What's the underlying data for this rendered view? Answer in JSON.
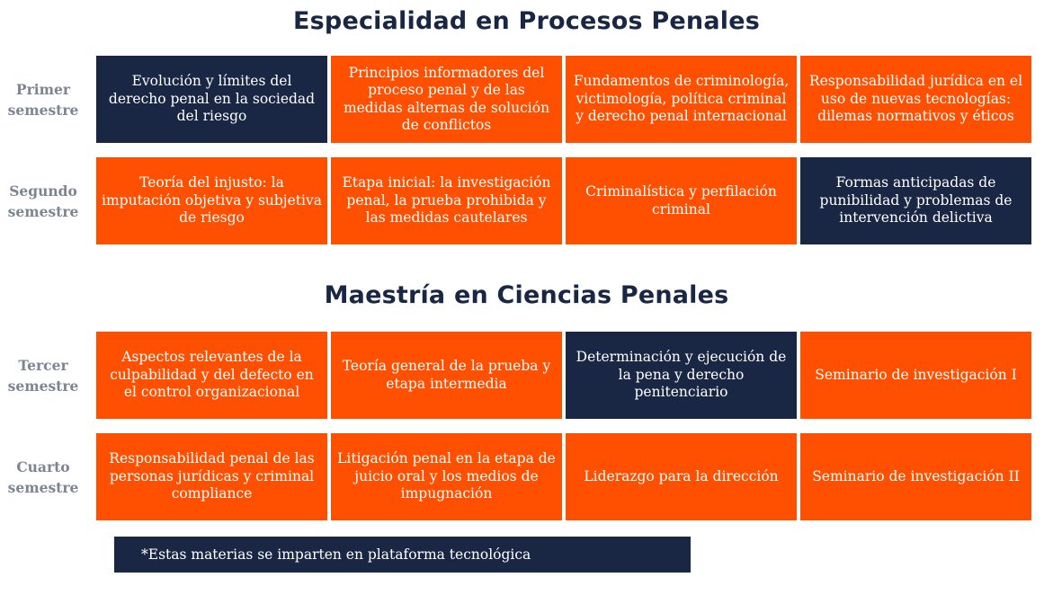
{
  "colors": {
    "orange": "#ff4f00",
    "navy": "#1a2744",
    "label_gray": "#7d8593"
  },
  "section1": {
    "title": "Especialidad en Procesos Penales",
    "rows": [
      {
        "label": "Primer semestre",
        "cells": [
          {
            "text": "Evolución y límites del derecho penal en la sociedad del riesgo",
            "style": "navy"
          },
          {
            "text": "Principios informadores del proceso penal y de las medidas alternas de solución de conflictos",
            "style": "orange"
          },
          {
            "text": "Fundamentos de criminología, victimología, política criminal y derecho penal internacional",
            "style": "orange"
          },
          {
            "text": "Responsabilidad jurídica en el uso de nuevas tecnologías: dilemas normativos y éticos",
            "style": "orange"
          }
        ]
      },
      {
        "label": "Segundo semestre",
        "cells": [
          {
            "text": "Teoría del injusto: la imputación objetiva y subjetiva de riesgo",
            "style": "orange"
          },
          {
            "text": "Etapa inicial: la investigación penal, la prueba prohibida y las medidas cautelares",
            "style": "orange"
          },
          {
            "text": "Criminalística y perfilación criminal",
            "style": "orange"
          },
          {
            "text": "Formas anticipadas de punibilidad y problemas de intervención delictiva",
            "style": "navy"
          }
        ]
      }
    ]
  },
  "section2": {
    "title": "Maestría en Ciencias Penales",
    "rows": [
      {
        "label": "Tercer semestre",
        "cells": [
          {
            "text": "Aspectos relevantes de la culpabilidad y del defecto en el control organizacional",
            "style": "orange"
          },
          {
            "text": "Teoría general de la prueba y etapa intermedia",
            "style": "orange"
          },
          {
            "text": "Determinación y ejecución de la pena y derecho penitenciario",
            "style": "navy"
          },
          {
            "text": "Seminario de investigación I",
            "style": "orange"
          }
        ]
      },
      {
        "label": "Cuarto semestre",
        "cells": [
          {
            "text": "Responsabilidad penal de las personas jurídicas y criminal compliance",
            "style": "orange"
          },
          {
            "text": "Litigación penal en la etapa de juicio oral y los medios de impugnación",
            "style": "orange"
          },
          {
            "text": "Liderazgo para la dirección",
            "style": "orange"
          },
          {
            "text": "Seminario de investigación II",
            "style": "orange"
          }
        ]
      }
    ]
  },
  "note": {
    "text": "*Estas materias se imparten en plataforma tecnológica"
  }
}
